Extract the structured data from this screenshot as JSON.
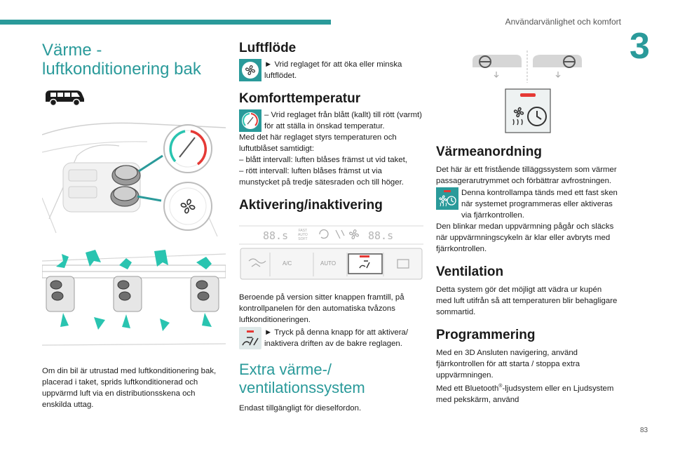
{
  "header": {
    "chapter_title": "Användarvänlighet och komfort",
    "chapter_number": "3",
    "page_number": "83"
  },
  "colors": {
    "accent": "#2a9a9a",
    "warm": "#e53935",
    "cold": "#29c4b0"
  },
  "col1": {
    "title": "Värme - luftkonditionering bak",
    "body": "Om din bil är utrustad med luftkonditionering bak, placerad i taket, sprids luftkonditionerad och uppvärmd luft via en distributionsskena och enskilda uttag."
  },
  "col2": {
    "airflow_heading": "Luftflöde",
    "airflow_text": "► Vrid reglaget för att öka eller minska luftflödet.",
    "comfort_heading": "Komforttemperatur",
    "comfort_text1": "– Vrid reglaget från blått (kallt) till rött (varmt) för att ställa in önskad temperatur.",
    "comfort_text2": "Med det här reglaget styrs temperaturen och luftutblåset samtidigt:",
    "comfort_text3": "– blått intervall: luften blåses främst ut vid taket,",
    "comfort_text4": "– rött intervall: luften blåses främst ut via munstycket på tredje sätesraden och till höger.",
    "activation_heading": "Aktivering/inaktivering",
    "panel": {
      "left_display": "88.s",
      "right_display": "88.s",
      "fast": "FAST",
      "auto": "AUTO",
      "soft": "SOFT",
      "ac_label": "A/C",
      "auto_label": "AUTO"
    },
    "activation_text": "Beroende på version sitter knappen framtill, på kontrollpanelen för den automatiska tvåzons luftkonditioneringen.",
    "activation_step": "► Tryck på denna knapp för att aktivera/ inaktivera driften av de bakre reglagen.",
    "extra_heading": "Extra värme-/ ventilationssystem",
    "extra_text": "Endast tillgängligt för dieselfordon."
  },
  "col3": {
    "heater_heading": "Värmeanordning",
    "heater_text": "Det här är ett fristående tilläggssystem som värmer passagerarutrymmet och förbättrar avfrostningen.",
    "lamp_text": "Denna kontrollampa tänds med ett fast sken när systemet programmeras eller aktiveras via fjärrkontrollen.",
    "blink_text": "Den blinkar medan uppvärmning pågår och släcks när uppvärmningscykeln är klar eller avbryts med fjärrkontrollen.",
    "vent_heading": "Ventilation",
    "vent_text": "Detta system gör det möjligt att vädra ur kupén med luft utifrån så att temperaturen blir behagligare sommartid.",
    "prog_heading": "Programmering",
    "prog_text1": "Med en 3D Ansluten navigering, använd fjärrkontrollen för att starta / stoppa extra uppvärmningen.",
    "prog_text2_a": "Med ett Bluetooth",
    "prog_text2_sup": "®",
    "prog_text2_b": "-ljudsystem eller en Ljudsystem med pekskärm, använd"
  }
}
